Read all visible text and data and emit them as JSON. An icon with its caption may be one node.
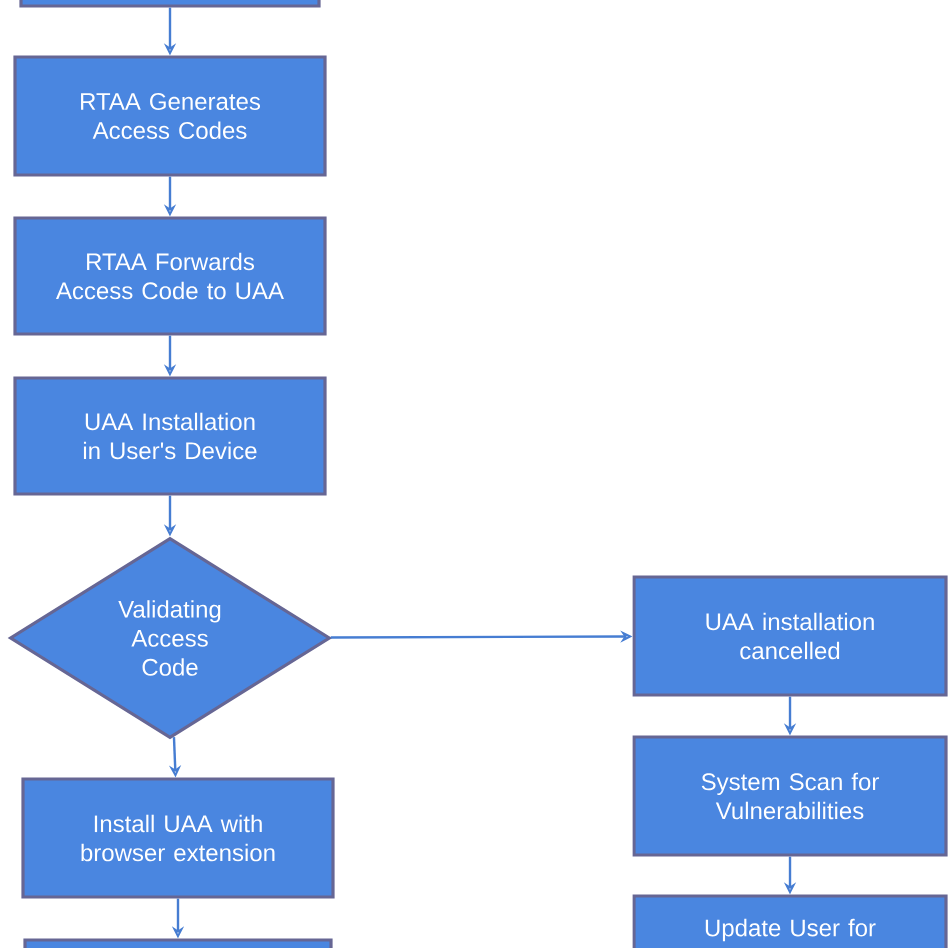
{
  "diagram": {
    "nodes": [
      {
        "text": [],
        "shape": "box"
      },
      {
        "text": [
          "RTAA  Generates Access Codes"
        ]
      },
      {
        "text": [
          "RTAA Forwards Access Code to UAA"
        ]
      },
      {
        "text": [
          "UAA Installation in User's Device"
        ]
      },
      {
        "text": [
          "Validating Access Code"
        ]
      },
      {
        "text": [
          "UAA installation cancelled"
        ]
      },
      {
        "text": [
          "System Scan for Vulnerabilities"
        ]
      },
      {
        "text": [
          "Install UAA with browser extension"
        ]
      },
      {
        "text": [],
        "shape": "box"
      },
      {
        "text": [
          "Update User for"
        ]
      }
    ],
    "edges": [
      {
        "from": 0,
        "to": 1,
        "arrow": "to"
      },
      {
        "from": 1,
        "to": 2,
        "arrow": "to"
      },
      {
        "from": 2,
        "to": 3,
        "arrow": "to"
      },
      {
        "from": 3,
        "to": 4,
        "arrow": "to"
      },
      {
        "from": 4,
        "to": 5,
        "arrow": "to"
      },
      {
        "from": 4,
        "to": 7,
        "arrow": "to"
      },
      {
        "from": 5,
        "to": 6,
        "arrow": "to"
      },
      {
        "from": 6,
        "to": 9,
        "arrow": "to"
      },
      {
        "from": 7,
        "to": 8,
        "arrow": "to"
      }
    ]
  }
}
